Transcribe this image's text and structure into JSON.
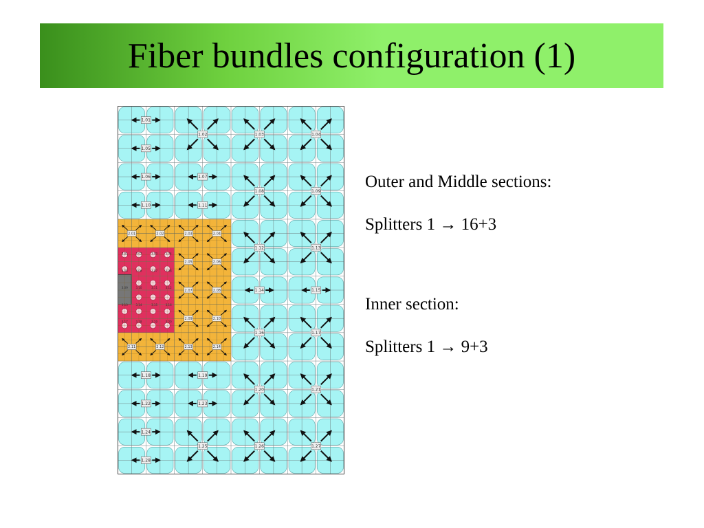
{
  "slide": {
    "title": "Fiber bundles configuration (1)"
  },
  "notes": {
    "outer_heading": "Outer and Middle sections:",
    "outer_detail": "Splitters 1 → 16+3",
    "inner_heading": "Inner section:",
    "inner_detail": "Splitters 1 → 9+3"
  },
  "colors": {
    "title_bar": "#8ff06a",
    "title_bar_dark": "#3a8f1c",
    "outer_cell": "#a6f4f4",
    "middle_region": "#f3b43a",
    "inner_region": "#e0305e",
    "connector_block": "#777777",
    "grid_line": "#6f7f80",
    "arrow": "#111111"
  },
  "splitters": {
    "outer": [
      {
        "id": "1.01",
        "kind": "h"
      },
      {
        "id": "1.02",
        "kind": "x"
      },
      {
        "id": "1.03",
        "kind": "x"
      },
      {
        "id": "1.04",
        "kind": "x"
      },
      {
        "id": "1.05",
        "kind": "h"
      },
      {
        "id": "1.06",
        "kind": "h"
      },
      {
        "id": "1.07",
        "kind": "h"
      },
      {
        "id": "1.08",
        "kind": "x"
      },
      {
        "id": "1.09",
        "kind": "x"
      },
      {
        "id": "1.10",
        "kind": "h"
      },
      {
        "id": "1.11",
        "kind": "h"
      },
      {
        "id": "1.12",
        "kind": "x"
      },
      {
        "id": "1.13",
        "kind": "x"
      },
      {
        "id": "1.14",
        "kind": "h"
      },
      {
        "id": "1.15",
        "kind": "h"
      },
      {
        "id": "1.16",
        "kind": "x"
      },
      {
        "id": "1.17",
        "kind": "x"
      },
      {
        "id": "1.18",
        "kind": "h"
      },
      {
        "id": "1.19",
        "kind": "h"
      },
      {
        "id": "1.20",
        "kind": "x"
      },
      {
        "id": "1.21",
        "kind": "x"
      },
      {
        "id": "1.22",
        "kind": "h"
      },
      {
        "id": "1.23",
        "kind": "h"
      },
      {
        "id": "1.24",
        "kind": "h"
      },
      {
        "id": "1.25",
        "kind": "x"
      },
      {
        "id": "1.26",
        "kind": "x"
      },
      {
        "id": "1.27",
        "kind": "x"
      },
      {
        "id": "1.28",
        "kind": "h"
      }
    ],
    "middle": [
      "2.01",
      "2.02",
      "2.03",
      "2.04",
      "2.05",
      "2.06",
      "2.07",
      "2.08",
      "2.09",
      "2.10",
      "2.11",
      "2.12",
      "2.13",
      "2.14"
    ],
    "inner": [
      "3.01",
      "3.02",
      "3.03",
      "3.04",
      "3.05",
      "3.06",
      "3.07",
      "3.08",
      "3.09",
      "3.10",
      "3.11",
      "3.12",
      "3.13",
      "3.14",
      "3.15",
      "3.16",
      "3.17",
      "3.18",
      "3.19",
      "3.20"
    ]
  }
}
